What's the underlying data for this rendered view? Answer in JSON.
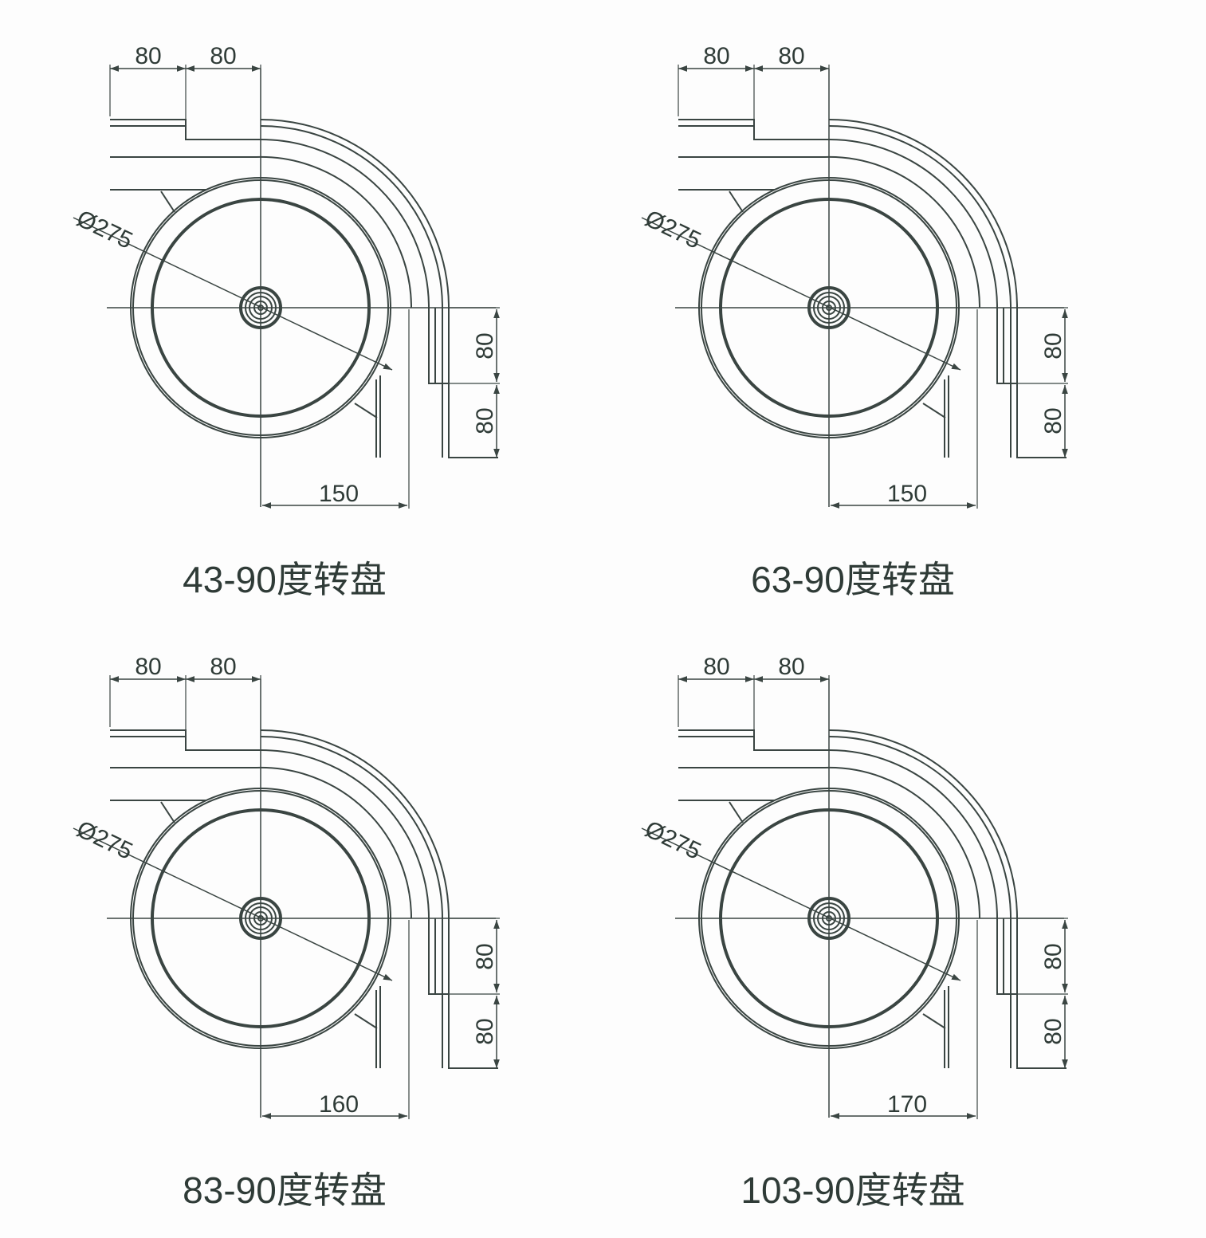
{
  "drawings": [
    {
      "caption": "43-90度转盘",
      "diameter_label": "Ø275",
      "top_dims": [
        "80",
        "80"
      ],
      "right_dims": [
        "80",
        "80"
      ],
      "bottom_dim": "150"
    },
    {
      "caption": "63-90度转盘",
      "diameter_label": "Ø275",
      "top_dims": [
        "80",
        "80"
      ],
      "right_dims": [
        "80",
        "80"
      ],
      "bottom_dim": "150"
    },
    {
      "caption": "83-90度转盘",
      "diameter_label": "Ø275",
      "top_dims": [
        "80",
        "80"
      ],
      "right_dims": [
        "80",
        "80"
      ],
      "bottom_dim": "160"
    },
    {
      "caption": "103-90度转盘",
      "diameter_label": "Ø275",
      "top_dims": [
        "80",
        "80"
      ],
      "right_dims": [
        "80",
        "80"
      ],
      "bottom_dim": "170"
    }
  ],
  "colors": {
    "line": "#3a4542",
    "text": "#2f3b37",
    "background": "#fdfdfd"
  }
}
